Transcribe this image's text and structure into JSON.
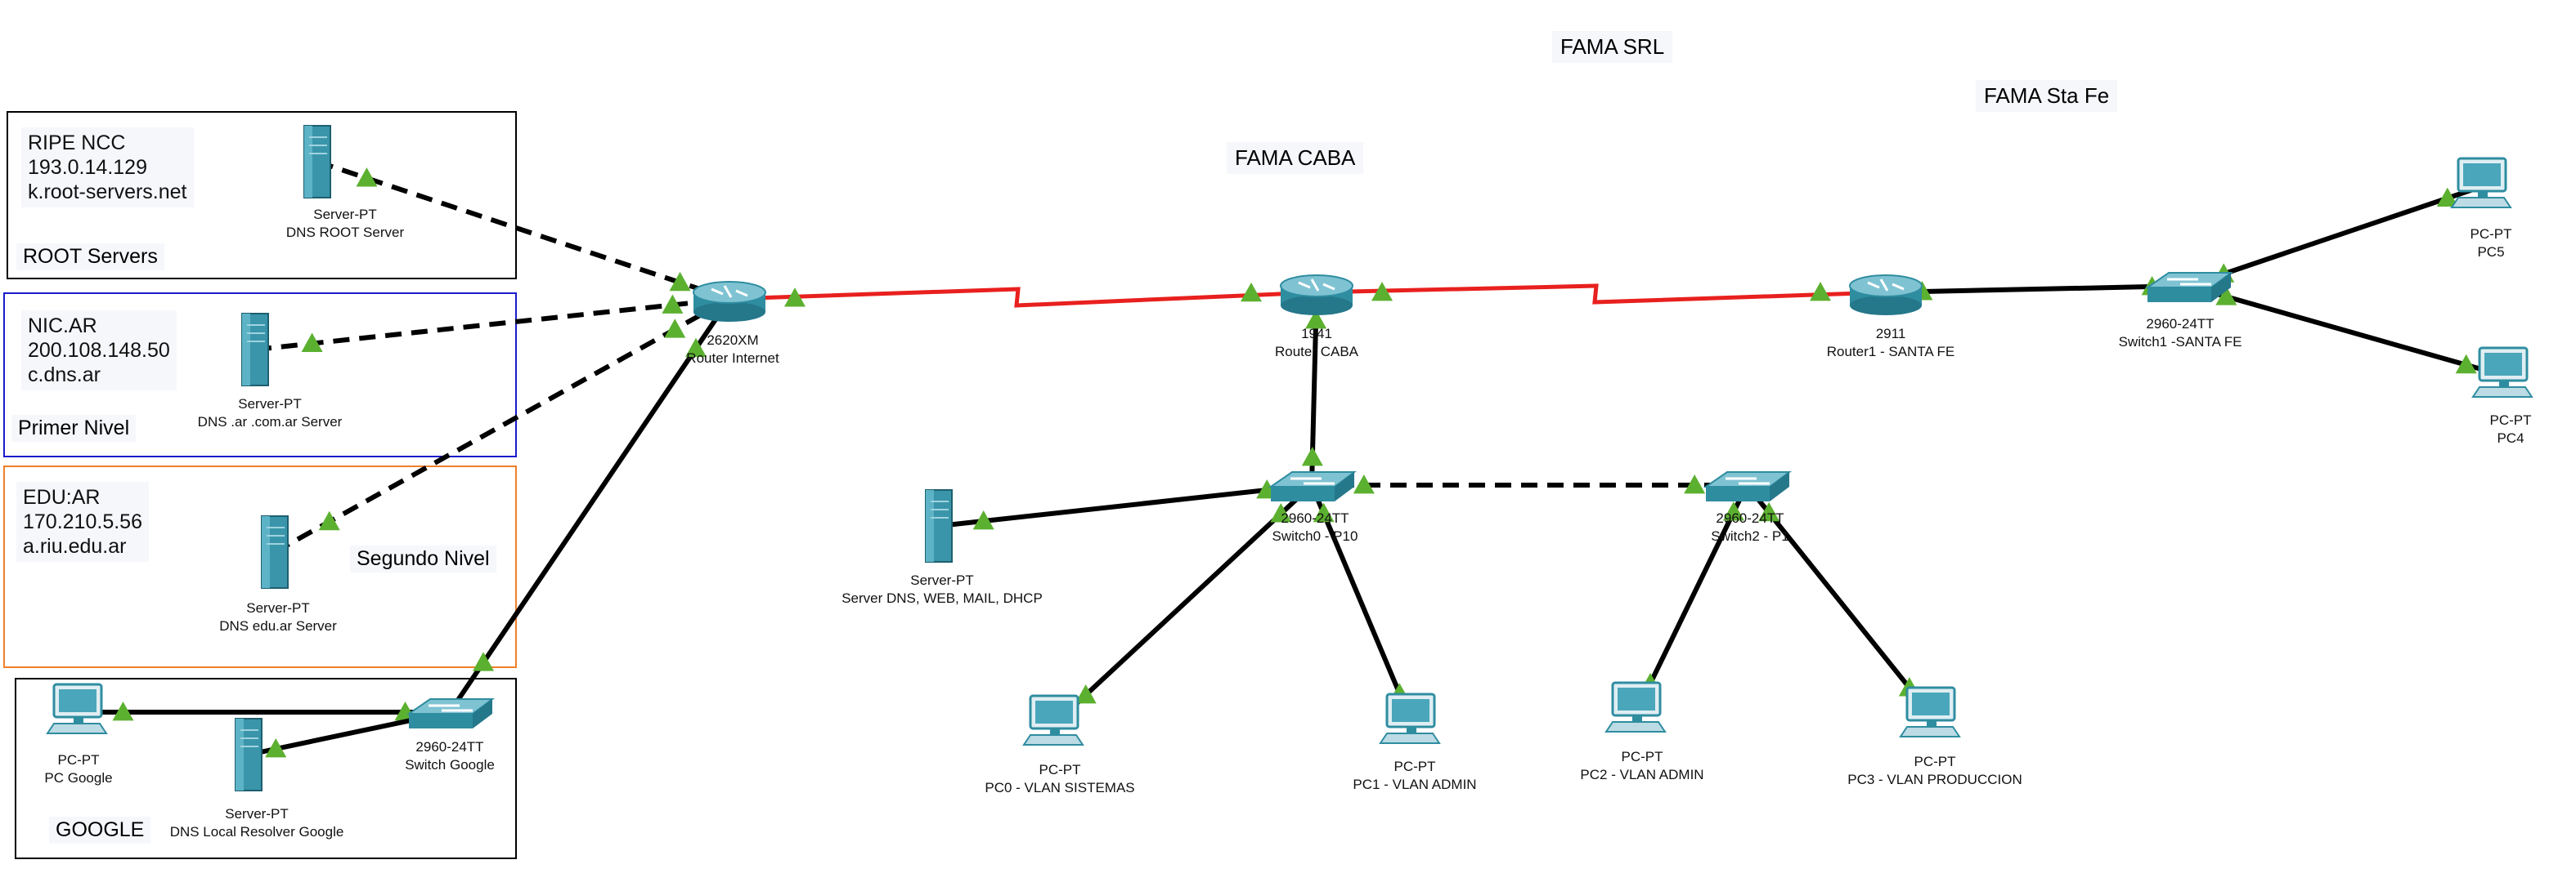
{
  "titles": {
    "company": "FAMA SRL",
    "caba": "FAMA CABA",
    "santa_fe": "FAMA Sta Fe"
  },
  "areas": {
    "root": {
      "name": "ROOT Servers",
      "org": "RIPE NCC",
      "ip": "193.0.14.129",
      "host": "k.root-servers.net",
      "border": "#000000"
    },
    "nic": {
      "name": "Primer Nivel",
      "org": "NIC.AR",
      "ip": "200.108.148.50",
      "host": "c.dns.ar",
      "border": "#1a1acc"
    },
    "edu": {
      "name": "Segundo Nivel",
      "org": "EDU:AR",
      "ip": "170.210.5.56",
      "host": "a.riu.edu.ar",
      "border": "#f07f2a"
    },
    "google": {
      "name": "GOOGLE",
      "border": "#000000"
    }
  },
  "devices": {
    "dns_root": {
      "model": "Server-PT",
      "name": "DNS ROOT Server",
      "icon": "server-icon"
    },
    "dns_ar": {
      "model": "Server-PT",
      "name": "DNS .ar .com.ar Server",
      "icon": "server-icon"
    },
    "dns_edu": {
      "model": "Server-PT",
      "name": "DNS edu.ar Server",
      "icon": "server-icon"
    },
    "dns_google": {
      "model": "Server-PT",
      "name": "DNS Local Resolver Google",
      "icon": "server-icon"
    },
    "pc_google": {
      "model": "PC-PT",
      "name": "PC Google",
      "icon": "pc-icon"
    },
    "sw_google": {
      "model": "2960-24TT",
      "name": "Switch Google",
      "icon": "switch-icon"
    },
    "router_internet": {
      "model": "2620XM",
      "name": "Router Internet",
      "icon": "router-icon"
    },
    "router_caba": {
      "model": "1941",
      "name": "Router CABA",
      "icon": "router-icon"
    },
    "router_sf": {
      "model": "2911",
      "name": "Router1 - SANTA FE",
      "icon": "router-icon"
    },
    "switch_sf": {
      "model": "2960-24TT",
      "name": "Switch1 -SANTA FE",
      "icon": "switch-icon"
    },
    "pc5": {
      "model": "PC-PT",
      "name": "PC5",
      "icon": "pc-icon"
    },
    "pc4": {
      "model": "PC-PT",
      "name": "PC4",
      "icon": "pc-icon"
    },
    "switch0": {
      "model": "2960-24TT",
      "name": "Switch0 - P10",
      "icon": "switch-icon"
    },
    "switch2": {
      "model": "2960-24TT",
      "name": "Switch2 - P1",
      "icon": "switch-icon"
    },
    "server_caba": {
      "model": "Server-PT",
      "name": "Server DNS, WEB, MAIL, DHCP",
      "icon": "server-icon"
    },
    "pc0": {
      "model": "PC-PT",
      "name": "PC0 - VLAN SISTEMAS",
      "icon": "pc-icon"
    },
    "pc1": {
      "model": "PC-PT",
      "name": "PC1 - VLAN ADMIN",
      "icon": "pc-icon"
    },
    "pc2": {
      "model": "PC-PT",
      "name": "PC2 - VLAN ADMIN",
      "icon": "pc-icon"
    },
    "pc3": {
      "model": "PC-PT",
      "name": "PC3 - VLAN PRODUCCION",
      "icon": "pc-icon"
    }
  },
  "links": [
    {
      "from": "dns_root",
      "to": "router_internet",
      "style": "dashed"
    },
    {
      "from": "dns_ar",
      "to": "router_internet",
      "style": "dashed"
    },
    {
      "from": "dns_edu",
      "to": "router_internet",
      "style": "dashed"
    },
    {
      "from": "sw_google",
      "to": "router_internet",
      "style": "solid"
    },
    {
      "from": "pc_google",
      "to": "sw_google",
      "style": "solid"
    },
    {
      "from": "dns_google",
      "to": "sw_google",
      "style": "solid"
    },
    {
      "from": "router_internet",
      "to": "router_caba",
      "style": "serial"
    },
    {
      "from": "router_caba",
      "to": "router_sf",
      "style": "serial"
    },
    {
      "from": "router_sf",
      "to": "switch_sf",
      "style": "solid"
    },
    {
      "from": "switch_sf",
      "to": "pc5",
      "style": "solid"
    },
    {
      "from": "switch_sf",
      "to": "pc4",
      "style": "solid"
    },
    {
      "from": "router_caba",
      "to": "switch0",
      "style": "solid"
    },
    {
      "from": "switch0",
      "to": "switch2",
      "style": "dashed"
    },
    {
      "from": "server_caba",
      "to": "switch0",
      "style": "solid"
    },
    {
      "from": "switch0",
      "to": "pc0",
      "style": "solid"
    },
    {
      "from": "switch0",
      "to": "pc1",
      "style": "solid"
    },
    {
      "from": "switch2",
      "to": "pc2",
      "style": "solid"
    },
    {
      "from": "switch2",
      "to": "pc3",
      "style": "solid"
    }
  ],
  "colors": {
    "serial": "#e8201e",
    "link": "#000000",
    "port_up": "#5cb030",
    "device": "#2f8da0"
  }
}
